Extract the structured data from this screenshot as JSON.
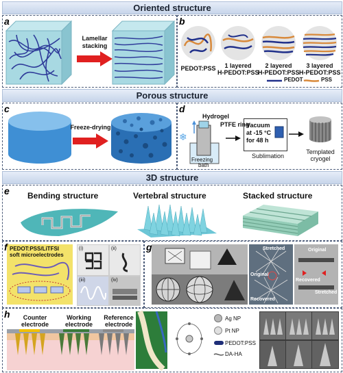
{
  "sections": {
    "oriented": "Oriented structure",
    "porous": "Porous structure",
    "structure3d": "3D structure"
  },
  "panels": {
    "a": {
      "label": "a",
      "arrow_text_line1": "Lamellar",
      "arrow_text_line2": "stacking"
    },
    "b": {
      "label": "b",
      "captions": [
        "PEDOT:PSS",
        "1 layered",
        "H-PEDOT:PSS",
        "2 layered",
        "H-PEDOT:PSS",
        "3 layered",
        "H-PEDOT:PSS"
      ],
      "legend": [
        "PEDOT",
        "PSS"
      ]
    },
    "c": {
      "label": "c",
      "arrow_text": "Freeze-drying"
    },
    "d": {
      "label": "d",
      "hydrogel": "Hydrogel",
      "ptfe": "PTFE ring",
      "freezing": "Freezing",
      "bath": "bath",
      "vacuum1": "Vacuum",
      "vacuum2": "at -15 °C",
      "vacuum3": "for 48 h",
      "sublimation": "Sublimation",
      "templated": "Templated",
      "cryogel": "cryogel"
    },
    "e": {
      "label": "e",
      "bending": "Bending structure",
      "vertebral": "Vertebral structure",
      "stacked": "Stacked structure"
    },
    "f": {
      "label": "f",
      "title1": "PEDOT:PSS/LiTFSI",
      "title2": "soft microelectrodes",
      "sub": [
        "(i)",
        "(ii)",
        "(iii)",
        "(iv)"
      ]
    },
    "g": {
      "label": "g",
      "stretched": "Stretched",
      "original": "Original",
      "recovered": "Recovered"
    },
    "h": {
      "label": "h",
      "counter1": "Counter",
      "counter2": "electrode",
      "working1": "Working",
      "working2": "electrode",
      "reference1": "Reference",
      "reference2": "electrode",
      "legend": [
        "Ag NP",
        "Pt NP",
        "PEDOT:PSS",
        "DA-HA"
      ]
    }
  },
  "colors": {
    "band_top": "#e6edf8",
    "band_bottom": "#c7d5ea",
    "cube": "#9fd3dd",
    "fiber": "#2f3c9a",
    "pss": "#d8893a",
    "pedot": "#20308a",
    "cyl": "#4d9ad8",
    "arrow": "#e02020"
  }
}
